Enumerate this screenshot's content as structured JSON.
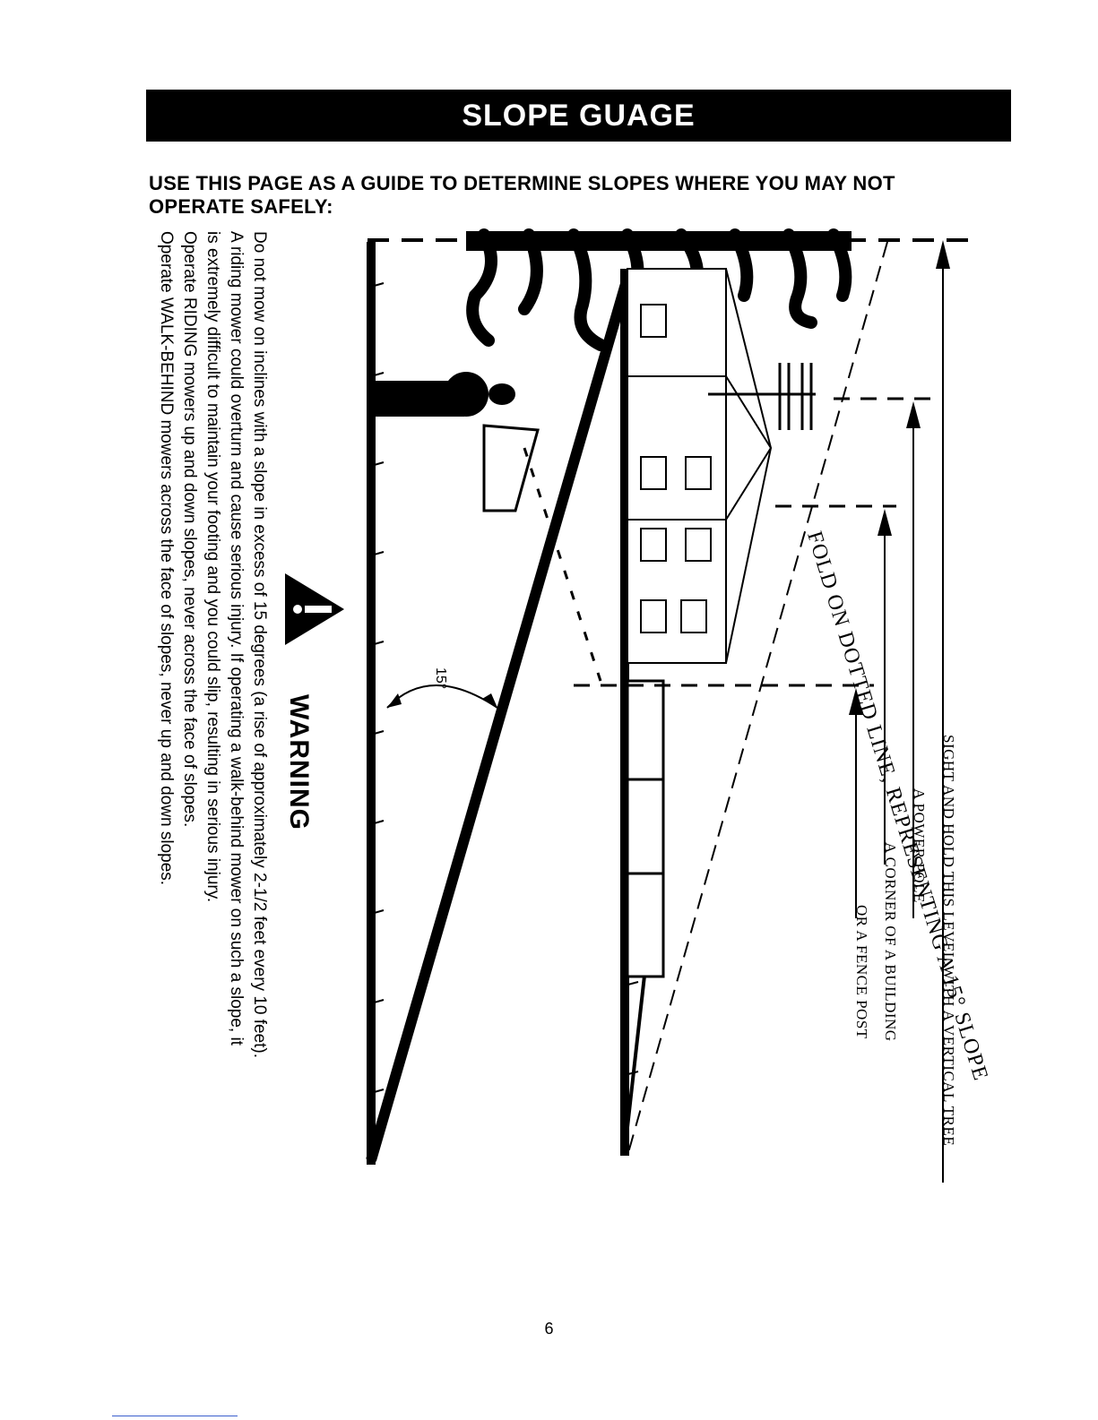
{
  "title": "SLOPE GUAGE",
  "intro": {
    "line1": "USE THIS PAGE AS A GUIDE TO DETERMINE SLOPES WHERE YOU MAY NOT",
    "line2": "OPERATE SAFELY:"
  },
  "warning": {
    "heading": "WARNING",
    "lines": [
      "Do not mow on inclines with a slope in excess of 15 degrees (a rise of approximately 2-1/2 feet every 10 feet).",
      "A riding mower could overturn and cause serious injury. If operating a walk-behind mower on such a slope, it",
      "is extremely difficult to maintain your footing and you could slip, resulting in serious injury.",
      "Operate RIDING mowers up and down slopes, never across the face of slopes.",
      "Operate WALK-BEHIND mowers across the face of slopes, never up and down slopes."
    ]
  },
  "diagram": {
    "angle_label": "15°",
    "fold_label": "FOLD ON DOTTED LINE, REPRESENTING A 15° SLOPE",
    "sight_labels": [
      "SIGHT AND HOLD THIS LEVEL WITH A VERTICAL TREE",
      "A POWER POLE",
      "A CORNER OF A BUILDING",
      "OR A FENCE POST"
    ]
  },
  "page_number": "6"
}
